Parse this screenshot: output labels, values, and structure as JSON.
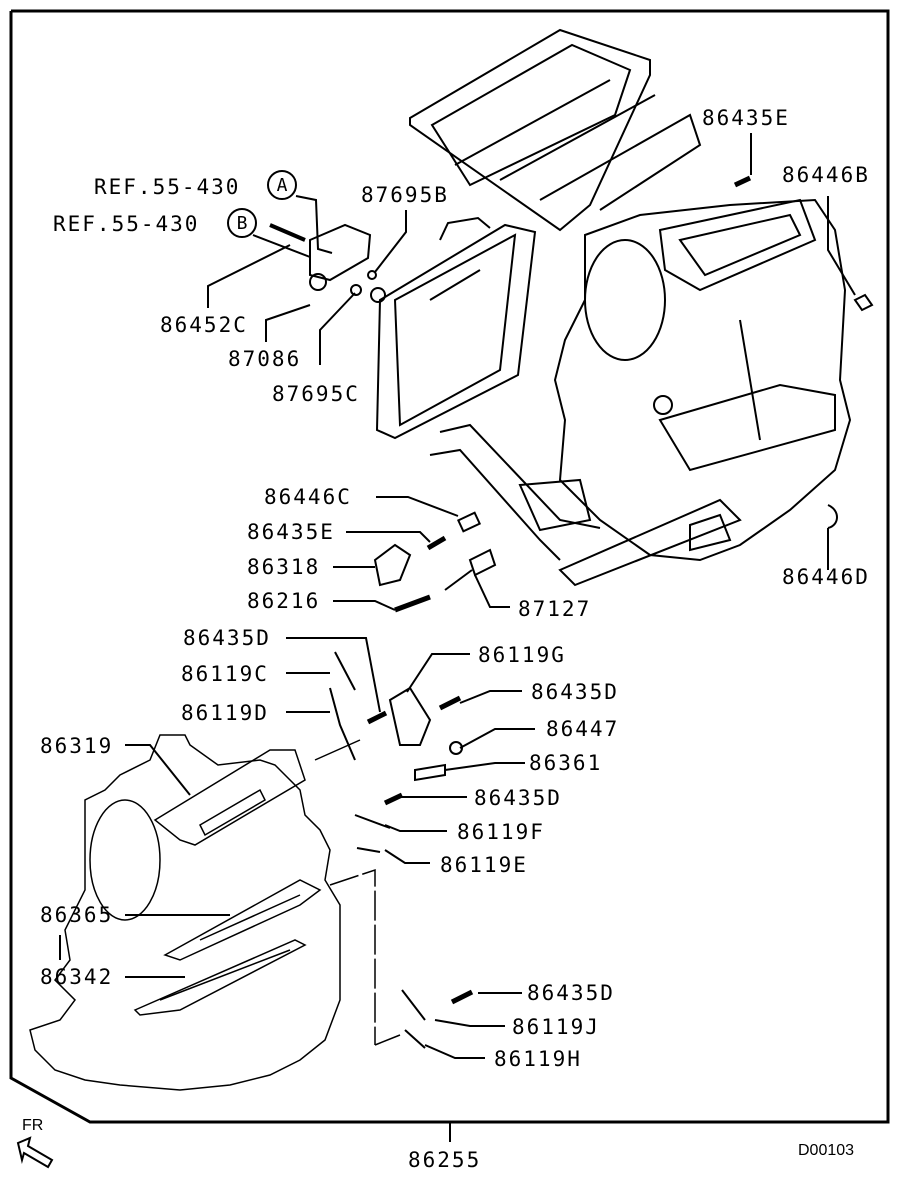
{
  "diagram": {
    "title_code": "D00103",
    "assembly_part": "86255",
    "orientation_marker": "FR",
    "references": [
      {
        "text": "REF.55-430",
        "badge": "A"
      },
      {
        "text": "REF.55-430",
        "badge": "B"
      }
    ],
    "parts": {
      "p86452C": "86452C",
      "p87086": "87086",
      "p87695B": "87695B",
      "p87695C": "87695C",
      "p86435E_top": "86435E",
      "p86446B": "86446B",
      "p86446C": "86446C",
      "p86435E_mid": "86435E",
      "p86318": "86318",
      "p86216": "86216",
      "p87127": "87127",
      "p86446D": "86446D",
      "p86435D_a": "86435D",
      "p86119C": "86119C",
      "p86119D": "86119D",
      "p86119G": "86119G",
      "p86435D_b": "86435D",
      "p86447": "86447",
      "p86361": "86361",
      "p86319": "86319",
      "p86435D_c": "86435D",
      "p86119F": "86119F",
      "p86119E": "86119E",
      "p86365": "86365",
      "p86342": "86342",
      "p86435D_d": "86435D",
      "p86119J": "86119J",
      "p86119H": "86119H"
    }
  }
}
